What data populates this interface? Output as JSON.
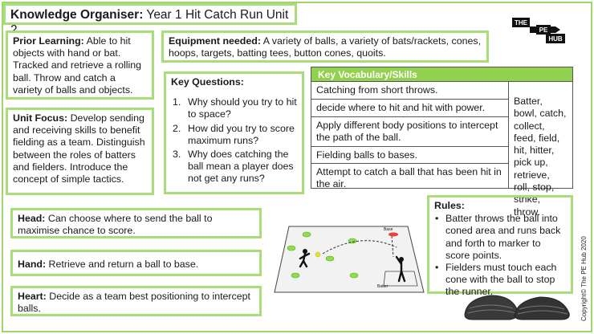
{
  "title": {
    "bold": "Knowledge Organiser:",
    "rest": " Year 1 Hit Catch Run Unit 2"
  },
  "prior": {
    "label": "Prior Learning:",
    "text": " Able to hit objects with hand or bat. Tracked and retrieve a rolling ball.  Throw and catch a variety of balls and objects."
  },
  "equipment": {
    "label": "Equipment needed:",
    "text": " A variety of balls, a variety of bats/rackets, cones, hoops, targets, batting tees, button cones, quoits."
  },
  "focus": {
    "label": "Unit Focus:",
    "text": " Develop sending and receiving skills to benefit fielding as a team.  Distinguish between the roles of batters and fielders.  Introduce the concept of simple tactics."
  },
  "key_questions": {
    "heading": "Key Questions:",
    "items": [
      {
        "num": "1.",
        "text": "Why should you try to hit to space?"
      },
      {
        "num": "2.",
        "text": "How did you try to score maximum runs?"
      },
      {
        "num": "3.",
        "text": "Why does catching the ball mean a player does not get any runs?"
      }
    ]
  },
  "vocab": {
    "heading": "Key Vocabulary/Skills",
    "skills": [
      "Catching from short throws.",
      "decide where to hit and hit with power.",
      "Apply different body positions to intercept the path of the ball.",
      "Fielding balls to bases.",
      "Attempt to catch a ball that has been hit in the air."
    ],
    "words": "Batter, bowl, catch, collect, feed, field, hit, hitter, pick up, retrieve, roll, stop, strike, throw."
  },
  "head": {
    "label": "Head:",
    "text": " Can choose where to send the ball to maximise chance to score."
  },
  "hand": {
    "label": "Hand:",
    "text": " Retrieve and return a ball to base."
  },
  "heart": {
    "label": "Heart:",
    "text": " Decide as a team best positioning to intercept balls."
  },
  "rules": {
    "heading": "Rules:",
    "items": [
      "Batter throws the ball into coned area and runs back and forth to marker to score points.",
      "Fielders must touch each cone with the ball to stop the runner."
    ]
  },
  "diagram": {
    "base_label": "Base",
    "batter_label": "Batter"
  },
  "logo": {
    "line1": "THE",
    "line2": "PE",
    "line3": "HUB"
  },
  "copyright": "Copyright© The PE Hub 2020",
  "colors": {
    "accent_green": "#92d050",
    "border_green": "#a9dd7a",
    "base_red": "#e8413c",
    "cone_green": "#8ee04a",
    "ball_yellow": "#f2e600"
  }
}
